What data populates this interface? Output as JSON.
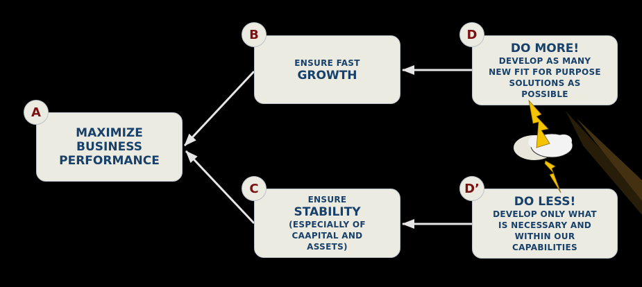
{
  "nodes": {
    "a": {
      "tag": "A",
      "lines": [
        "Maximize",
        "Business",
        "Performance"
      ]
    },
    "b": {
      "tag": "B",
      "small": "Ensure Fast",
      "big": "Growth"
    },
    "c": {
      "tag": "C",
      "small_top": "Ensure",
      "big": "Stability",
      "small_bottom": [
        "(Especially of",
        "caapital and",
        "assets)"
      ]
    },
    "d": {
      "tag": "D",
      "big": "Do More!",
      "small": [
        "Develop as many",
        "new fit for purpose",
        "solutions as",
        "possible"
      ]
    },
    "d_prime": {
      "tag": "D’",
      "big": "Do Less!",
      "small": [
        "Develop only what",
        "is necessary and",
        "within our",
        "capabilities"
      ]
    }
  },
  "colors": {
    "box": "#ecebe1",
    "text": "#17406b",
    "tag_text": "#7a1010",
    "lightning": "#f5c400",
    "arrow": "#e6e6e6"
  }
}
